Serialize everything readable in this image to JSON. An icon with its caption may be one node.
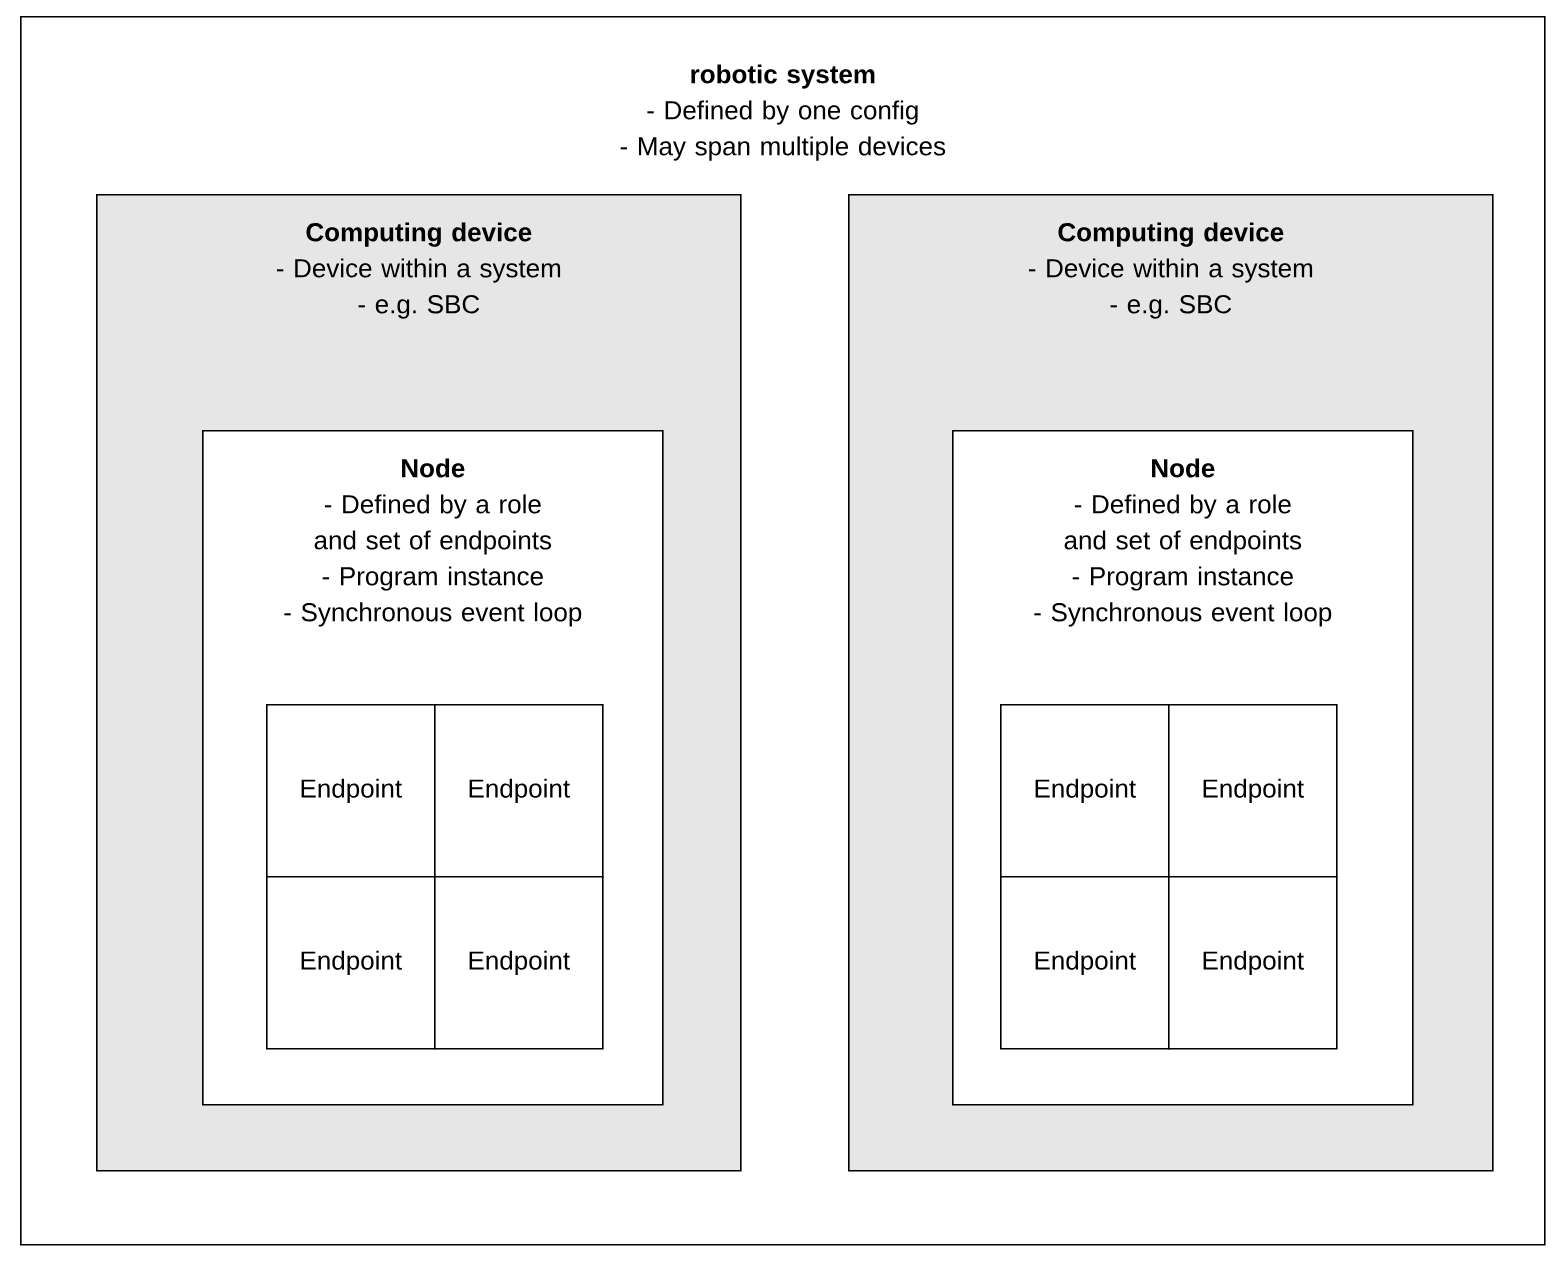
{
  "diagram": {
    "nodes": [
      {
        "text": [
          "robotic system",
          "- Defined by one config",
          "- May span multiple devices"
        ]
      },
      {
        "text": [
          "Computing device",
          "- Device within a system",
          "- e.g. SBC"
        ],
        "in": 0
      },
      {
        "text": [
          "Node",
          "- Defined by a role and set of endpoints",
          "- Program instance",
          "- Synchronous event loop"
        ],
        "in": 1
      },
      {
        "text": [
          "Endpoint"
        ],
        "in": 2
      },
      {
        "text": [
          "Endpoint"
        ],
        "in": 2
      },
      {
        "text": [
          "Endpoint"
        ],
        "in": 2
      },
      {
        "text": [
          "Endpoint"
        ],
        "in": 2
      },
      {
        "text": [
          "Computing device",
          "- Device within a system",
          "- e.g. SBC"
        ],
        "in": 0
      },
      {
        "text": [
          "Node",
          "- Defined by a role and set of endpoints",
          "- Program instance",
          "- Synchronous event loop"
        ],
        "in": 7
      },
      {
        "text": [
          "Endpoint"
        ],
        "in": 8
      },
      {
        "text": [
          "Endpoint"
        ],
        "in": 8
      },
      {
        "text": [
          "Endpoint"
        ],
        "in": 8
      },
      {
        "text": [
          "Endpoint"
        ],
        "in": 8
      }
    ]
  }
}
